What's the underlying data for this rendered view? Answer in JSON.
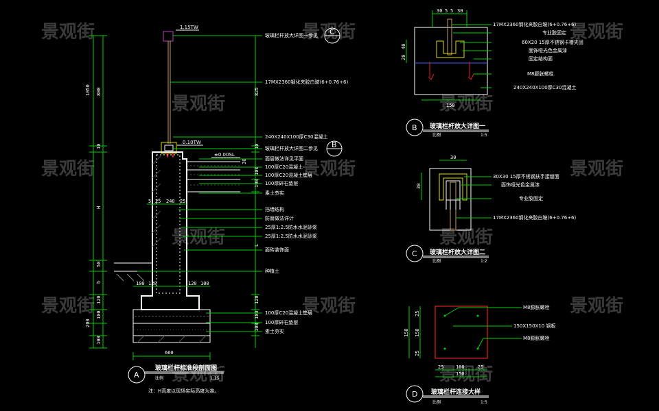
{
  "watermark": "景观街",
  "detail_a": {
    "letter": "A",
    "title": "玻璃栏杆标准段剖面图",
    "scale_left": "比例",
    "scale_right": "1:15",
    "note": "注：H高度以现场实际高度为准。",
    "top_label": "1.15TW",
    "mid_label": "0.10TW",
    "level_label": "±0.00SL",
    "callouts": [
      "玻璃栏杆放大详图一参见",
      "17MX2360钢化夹胶白玻(6+0.76+6)",
      "240X240X100厚C30混凝土",
      "玻璃栏杆放大详图二参见",
      "面层做法详见平面",
      "100厚C20混凝土",
      "100厚C20混凝土垫层",
      "100厚碎石垫层",
      "素土夯实",
      "挡墙结构",
      "防腐做法详计",
      "25厚1:2.5防水水泥砂浆",
      "25厚1:2.5防水水泥砂浆",
      "面砖装饰面",
      "种植土",
      "100厚C20混凝土垫层",
      "100厚碎石垫层",
      "素土夯实"
    ],
    "left_dims": [
      "1050",
      "800",
      "10",
      "H",
      "50",
      "h",
      "120",
      "200",
      "100",
      "100"
    ],
    "right_dims": [
      "825",
      "10",
      "30",
      "100",
      "100",
      "L",
      "120",
      "100",
      "100"
    ],
    "bottom_dims": [
      "5",
      "25",
      "240",
      "25",
      "100",
      "120",
      "120",
      "100",
      "660"
    ]
  },
  "detail_b": {
    "letter": "B",
    "title": "玻璃栏杆放大详图一",
    "scale_left": "比例",
    "scale_right": "1:5",
    "top_dims": [
      "30",
      "5",
      "5",
      "30"
    ],
    "side_dims": [
      "20",
      "40"
    ],
    "bottom_dim": "150",
    "callouts": [
      "17MX2360钢化夹胶白玻(6+0.76+6)",
      "专业胶固定",
      "60X20 15厚不锈钢卡槽夹固",
      "面饰哑光色金属漆",
      "固定结构面",
      "M8膨胀螺栓",
      "240X240X100厚C30混凝土"
    ]
  },
  "detail_c": {
    "letter": "C",
    "title": "玻璃栏杆放大详图二",
    "scale_left": "比例",
    "scale_right": "1:2",
    "top_dim": "30",
    "side_dim": "30",
    "callouts": [
      "30X30 15厚不锈钢扶手接缝面",
      "面饰哑光色金属漆",
      "专业胶固定",
      "17MX2360钢化夹胶白玻(6+0.76+6)"
    ]
  },
  "detail_d": {
    "letter": "D",
    "title": "玻璃栏杆连接大样",
    "scale_left": "比例",
    "scale_right": "1:5",
    "side_dims": [
      "25",
      "150",
      "25"
    ],
    "bottom_dims": [
      "25",
      "100",
      "25"
    ],
    "bottom_total": "150",
    "left_total": "150",
    "callouts": [
      "M8膨胀螺栓",
      "150X150X10 钢板",
      "M8膨胀螺栓"
    ]
  },
  "colors": {
    "background": "#000000",
    "dimension_line": "#00d000",
    "outline": "#ffffff",
    "anchor": "#e02020",
    "handrail_glass": "#c8a060",
    "highlight": "#e0e000"
  }
}
